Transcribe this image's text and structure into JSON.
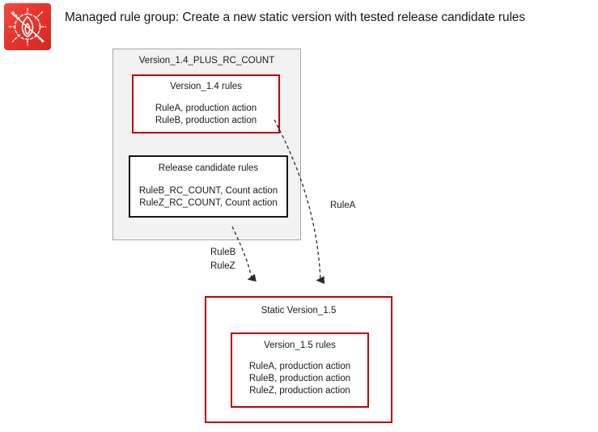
{
  "header": {
    "icon_name": "aws-waf-icon",
    "icon_color": "#e8342c",
    "title": "Managed rule group: Create a new static version with tested release candidate rules"
  },
  "colors": {
    "red": "#C00000",
    "black": "#161616",
    "gray_fill": "#F2F2F2",
    "gray_border": "#A6A6A6",
    "text": "#1A1A1A"
  },
  "diagram": {
    "outer_container": {
      "title": "Version_1.4_PLUS_RC_COUNT",
      "border_color": "#A6A6A6",
      "fill": "#F2F2F2"
    },
    "version_14_box": {
      "title": "Version_1.4 rules",
      "border_color": "#C00000",
      "rules": [
        "RuleA, production action",
        "RuleB, production action"
      ]
    },
    "release_candidate_box": {
      "title": "Release candidate rules",
      "border_color": "#161616",
      "rules": [
        "RuleB_RC_COUNT, Count action",
        "RuleZ_RC_COUNT, Count action"
      ]
    },
    "static_version_15_box": {
      "title": "Static Version_1.5",
      "border_color": "#C00000"
    },
    "version_15_box": {
      "title": "Version_1.5 rules",
      "border_color": "#C00000",
      "rules": [
        "RuleA, production action",
        "RuleB, production action",
        "RuleZ, production action"
      ]
    },
    "arrows": [
      {
        "name": "arrow-rulea",
        "label": "RuleA",
        "from": "version_14_box",
        "to": "static_version_15_box",
        "style": "dashed-curved"
      },
      {
        "name": "arrow-ruleb-rulez",
        "label_line1": "RuleB",
        "label_line2": "RuleZ",
        "from": "release_candidate_box",
        "to": "static_version_15_box",
        "style": "dashed-curved"
      }
    ]
  }
}
